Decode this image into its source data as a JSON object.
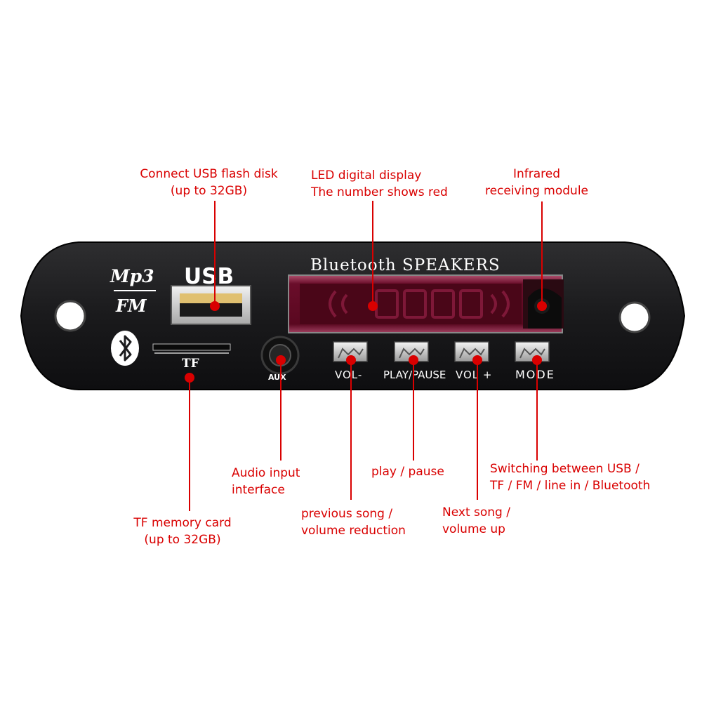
{
  "panel": {
    "mp3_label": "Mp3",
    "fm_label": "FM",
    "usb_label": "USB",
    "tf_label": "TF",
    "aux_label": "AUX",
    "display_title": "Bluetooth SPEAKERS",
    "buttons": [
      "VOL-",
      "PLAY/PAUSE",
      "VOL +",
      "MODE"
    ]
  },
  "callouts": {
    "usb": [
      "Connect USB flash disk",
      "(up to 32GB)"
    ],
    "led": [
      "LED digital display",
      "The number shows red"
    ],
    "ir": [
      "Infrared",
      "receiving module"
    ],
    "aux": [
      "Audio input",
      "interface"
    ],
    "play": [
      "play / pause"
    ],
    "mode": [
      "Switching between USB /",
      "TF / FM / line in / Bluetooth"
    ],
    "tf": [
      "TF memory card",
      "(up to 32GB)"
    ],
    "prev": [
      "previous song /",
      "volume reduction"
    ],
    "next": [
      "Next song /",
      "volume up"
    ]
  },
  "colors": {
    "callout": "#d90000",
    "panel": "#1c1c1e",
    "display": "#7a1030"
  }
}
